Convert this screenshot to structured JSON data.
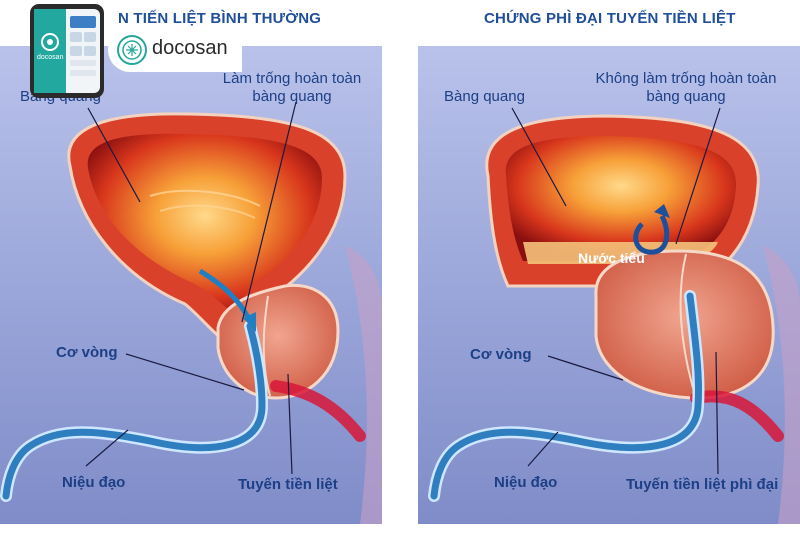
{
  "titles": {
    "left": "N TIẾN LIỆT BÌNH THƯỜNG",
    "right": "CHỨNG PHÌ ĐẠI TUYẾN TIỀN LIỆT"
  },
  "left_panel": {
    "bladder": "Bàng quang",
    "empty_line1": "Làm trống hoàn toàn",
    "empty_line2": "bàng quang",
    "sphincter": "Cơ vòng",
    "urethra": "Niệu đạo",
    "prostate": "Tuyến tiền liệt"
  },
  "right_panel": {
    "bladder": "Bàng quang",
    "not_empty_line1": "Không làm trống hoàn toàn",
    "not_empty_line2": "bàng quang",
    "urine": "Nước tiểu",
    "sphincter": "Cơ vòng",
    "urethra": "Niệu đạo",
    "prostate": "Tuyến tiền liệt phì đại"
  },
  "brand": {
    "name": "docosan",
    "app_name": "docosan"
  },
  "colors": {
    "background": "#9aa6da",
    "title": "#1f4f9a",
    "label": "#1d3f86",
    "bladder_wall": "#d9412a",
    "prostate": "#e8826a",
    "urethra": "#2f7fc0"
  }
}
